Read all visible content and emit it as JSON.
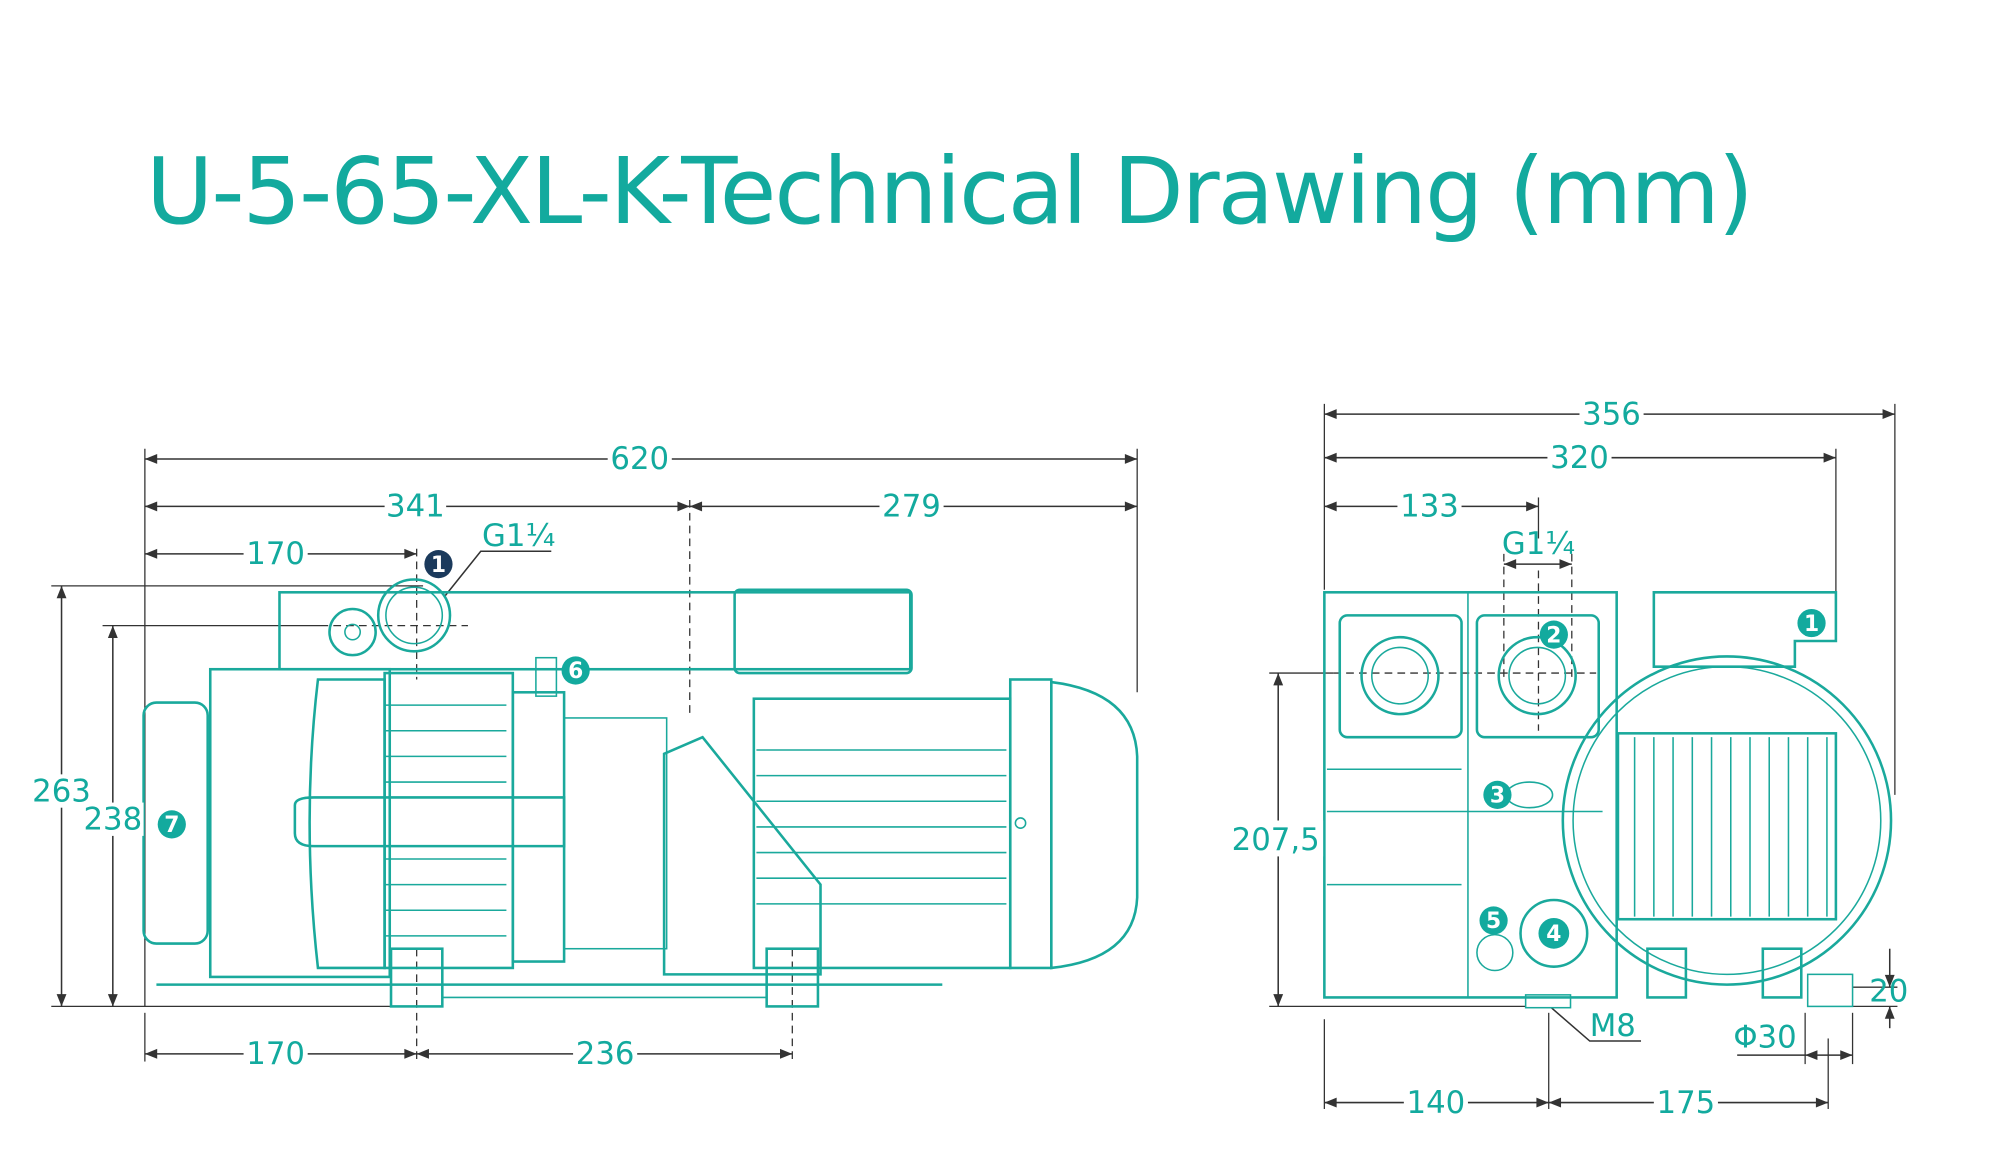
{
  "title": "U-5-65-XL-K-Technical Drawing (mm)",
  "colors": {
    "accent": "#13aa9e",
    "callout_dark": "#1b3a5c",
    "dimension_line": "#333333"
  },
  "side_view": {
    "dimensions": {
      "overall_length": "620",
      "length_to_motor": "341",
      "motor_length": "279",
      "inlet_offset": "170",
      "total_height": "263",
      "inlet_height": "238",
      "foot_offset": "170",
      "foot_spacing": "236"
    },
    "thread_label": "G1¼",
    "callouts": [
      "1",
      "6",
      "7"
    ]
  },
  "end_view": {
    "dimensions": {
      "overall_width": "356",
      "body_width": "320",
      "inlet_offset": "133",
      "inlet_height": "207,5",
      "foot_offset_left": "140",
      "foot_offset_right": "175",
      "foot_height": "20",
      "foot_diameter": "Φ30"
    },
    "thread_label": "G1¼",
    "bolt_label": "M8",
    "callouts": [
      "1",
      "2",
      "3",
      "4",
      "5"
    ]
  }
}
